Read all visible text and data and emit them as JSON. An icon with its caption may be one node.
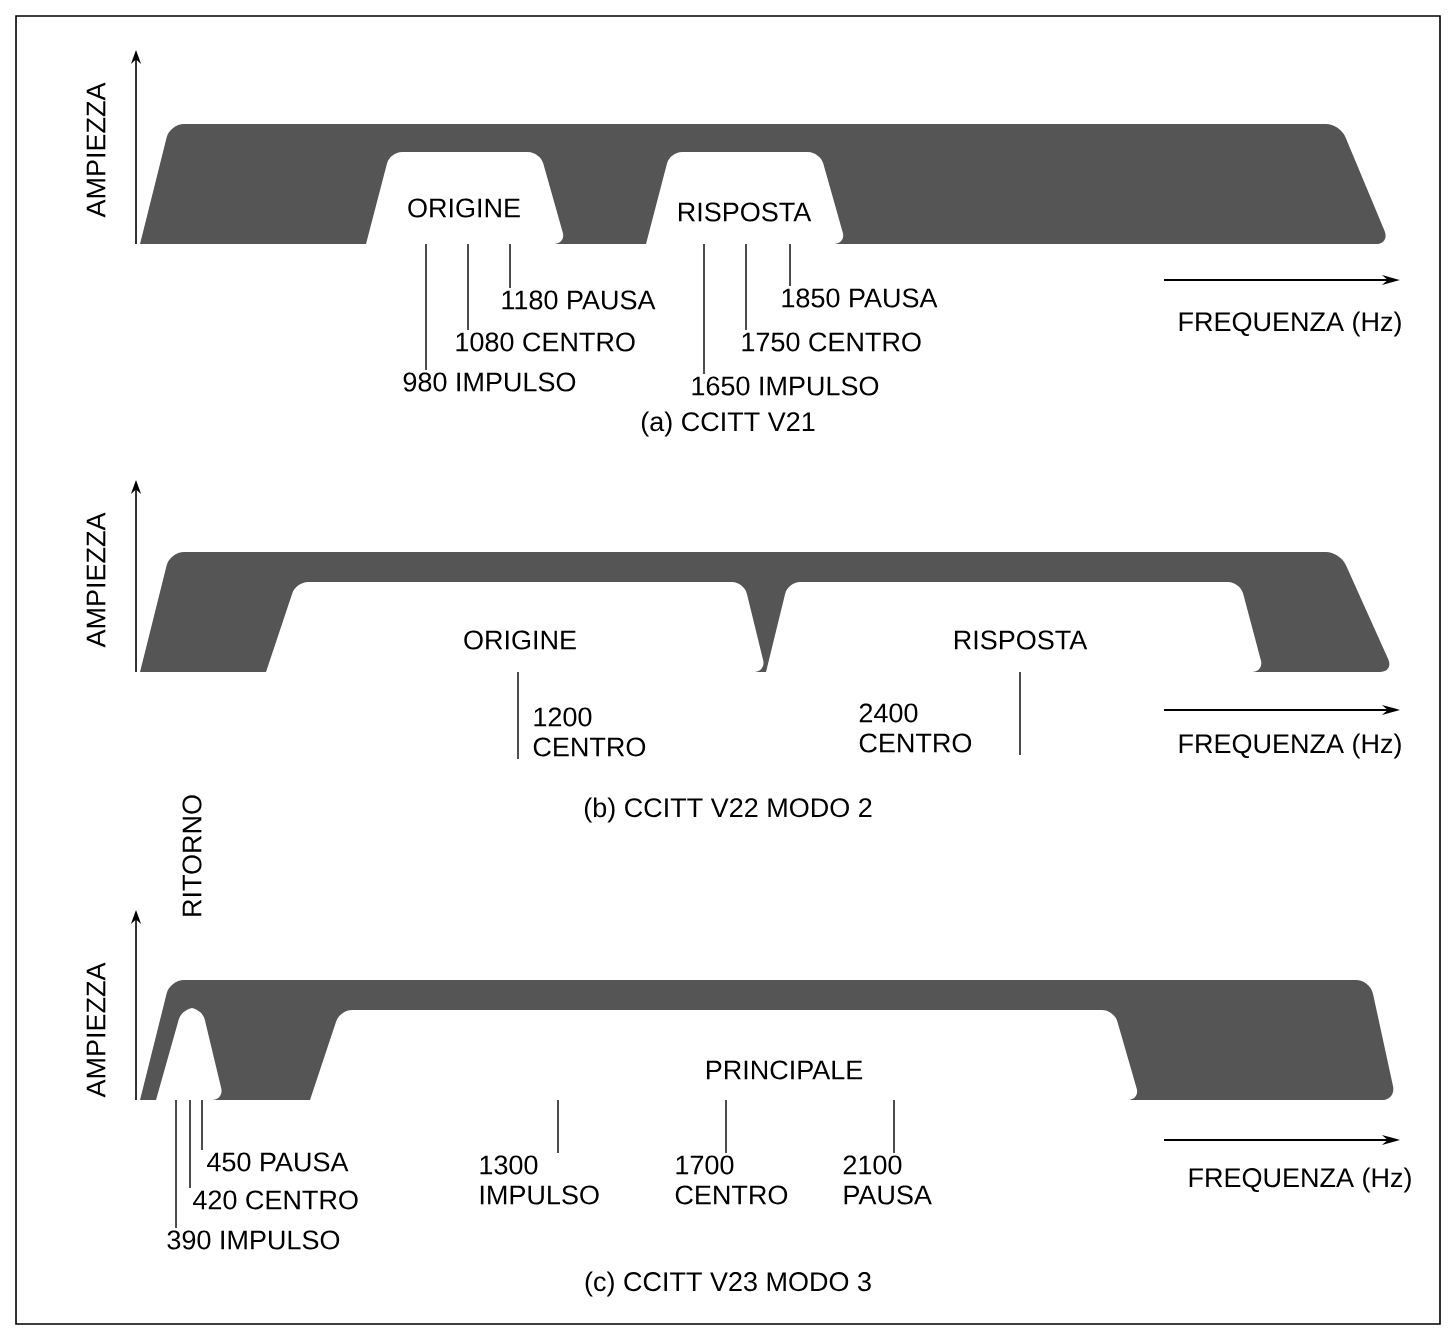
{
  "diagram": {
    "nodes": [
      {
        "text": [
          "ORIGINE"
        ]
      },
      {
        "text": [
          "RISPOSTA"
        ]
      },
      {
        "text": [
          "ORIGINE"
        ]
      },
      {
        "text": [
          "RISPOSTA"
        ]
      },
      {
        "text": [],
        "shape": "band",
        "beside": [
          "RITORNO"
        ]
      },
      {
        "text": [
          "PRINCIPALE"
        ]
      },
      {
        "text": [
          "1180 PAUSA"
        ]
      },
      {
        "text": [
          "1080 CENTRO"
        ]
      },
      {
        "text": [
          "980 IMPULSO"
        ]
      },
      {
        "text": [
          "1850 PAUSA"
        ]
      },
      {
        "text": [
          "1750 CENTRO"
        ]
      },
      {
        "text": [
          "1650 IMPULSO"
        ]
      },
      {
        "text": [
          "1200 CENTRO"
        ]
      },
      {
        "text": [
          "2400 CENTRO"
        ]
      },
      {
        "text": [
          "450 PAUSA"
        ]
      },
      {
        "text": [
          "420 CENTRO"
        ]
      },
      {
        "text": [
          "390 IMPULSO"
        ]
      },
      {
        "text": [
          "1300 IMPULSO"
        ]
      },
      {
        "text": [
          "1700 CENTRO"
        ]
      },
      {
        "text": [
          "2100 PAUSA"
        ]
      }
    ],
    "edges": [
      {
        "from": 6,
        "to": 0,
        "arrow": "none"
      },
      {
        "from": 7,
        "to": 0,
        "arrow": "none"
      },
      {
        "from": 8,
        "to": 0,
        "arrow": "none"
      },
      {
        "from": 9,
        "to": 1,
        "arrow": "none"
      },
      {
        "from": 10,
        "to": 1,
        "arrow": "none"
      },
      {
        "from": 11,
        "to": 1,
        "arrow": "none"
      },
      {
        "from": 12,
        "to": 2,
        "arrow": "none"
      },
      {
        "from": 13,
        "to": 3,
        "arrow": "none"
      },
      {
        "from": 14,
        "to": 4,
        "arrow": "none"
      },
      {
        "from": 15,
        "to": 4,
        "arrow": "none"
      },
      {
        "from": 16,
        "to": 4,
        "arrow": "none"
      },
      {
        "from": 17,
        "to": 5,
        "arrow": "none"
      },
      {
        "from": 18,
        "to": 5,
        "arrow": "none"
      },
      {
        "from": 19,
        "to": 5,
        "arrow": "none"
      }
    ],
    "labels": [
      "AMPIEZZA",
      "FREQUENZA (Hz)",
      "(a) CCITT V21",
      "AMPIEZZA",
      "FREQUENZA (Hz)",
      "(b) CCITT V22 MODO 2",
      "AMPIEZZA",
      "FREQUENZA (Hz)",
      "(c) CCITT V23 MODO 3"
    ]
  }
}
